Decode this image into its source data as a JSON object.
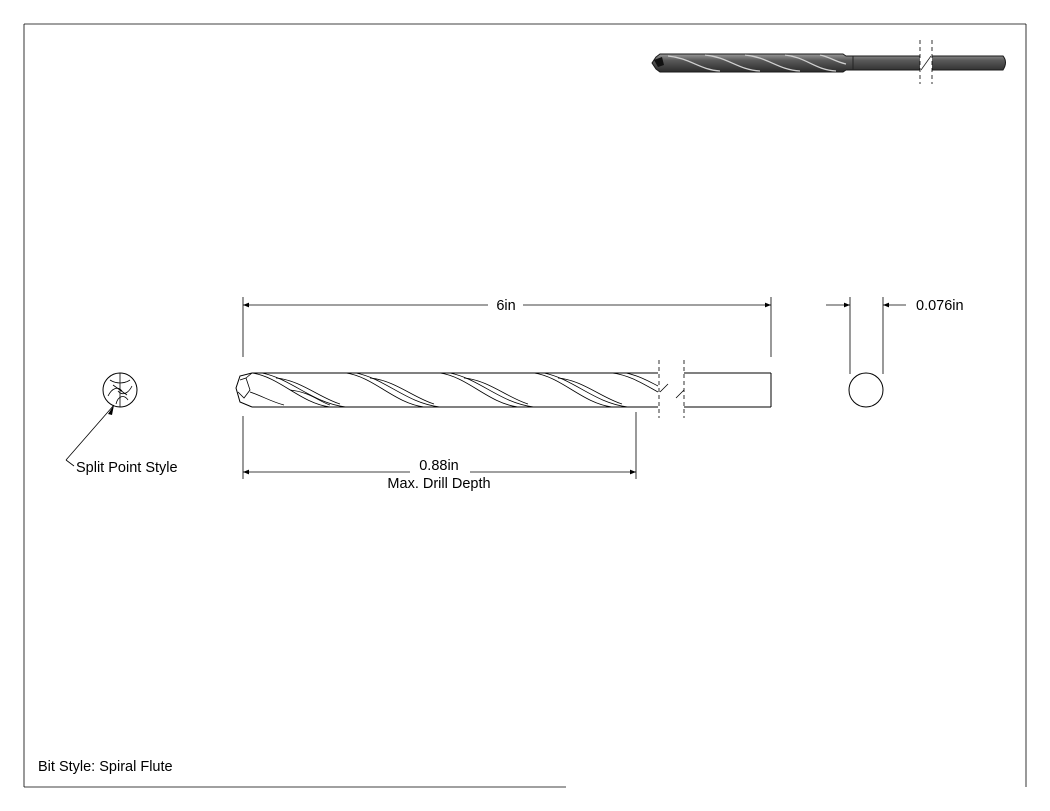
{
  "dimensions": {
    "overall_length": "6in",
    "diameter": "0.076in",
    "drill_depth": "0.88in",
    "drill_depth_caption": "Max. Drill Depth"
  },
  "callouts": {
    "point_style": "Split Point Style"
  },
  "title_block": {
    "bit_style": "Bit Style: Spiral Flute"
  },
  "colors": {
    "line": "#000000",
    "render_dark": "#3a3a3a",
    "render_light": "#8c8c8c"
  }
}
